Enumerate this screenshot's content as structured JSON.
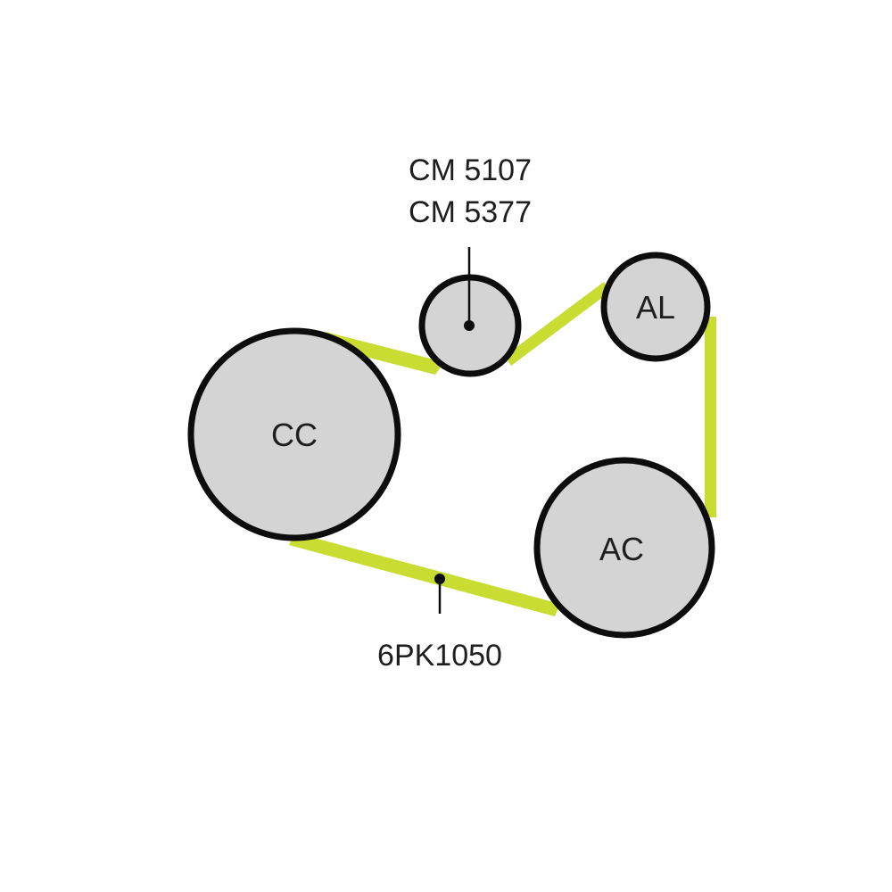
{
  "colors": {
    "background": "#ffffff",
    "belt": "#c8dc32",
    "pulley_fill": "#d4d4d4",
    "pulley_stroke": "#0d0d0d",
    "text": "#1e1e1e"
  },
  "pulleys": {
    "cc": {
      "label": "CC"
    },
    "ac": {
      "label": "AC"
    },
    "al": {
      "label": "AL"
    },
    "idler": {
      "label": ""
    }
  },
  "idler_part_numbers": [
    "CM 5107",
    "CM 5377"
  ],
  "belt_part_number": "6PK1050"
}
